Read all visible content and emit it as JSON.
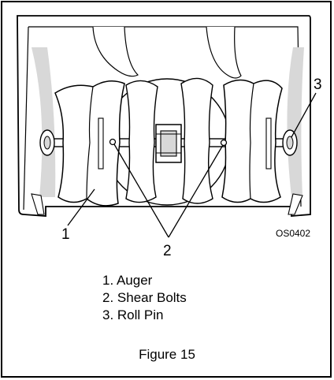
{
  "figure": {
    "callouts": [
      {
        "id": "1",
        "label": "1"
      },
      {
        "id": "2",
        "label": "2"
      },
      {
        "id": "3",
        "label": "3"
      }
    ],
    "drawing_code": "OS0402",
    "legend": [
      "1. Auger",
      "2. Shear Bolts",
      "3. Roll Pin"
    ],
    "caption": "Figure 15"
  },
  "colors": {
    "line": "#000000",
    "background": "#ffffff",
    "shade": "#d8d8d8"
  }
}
